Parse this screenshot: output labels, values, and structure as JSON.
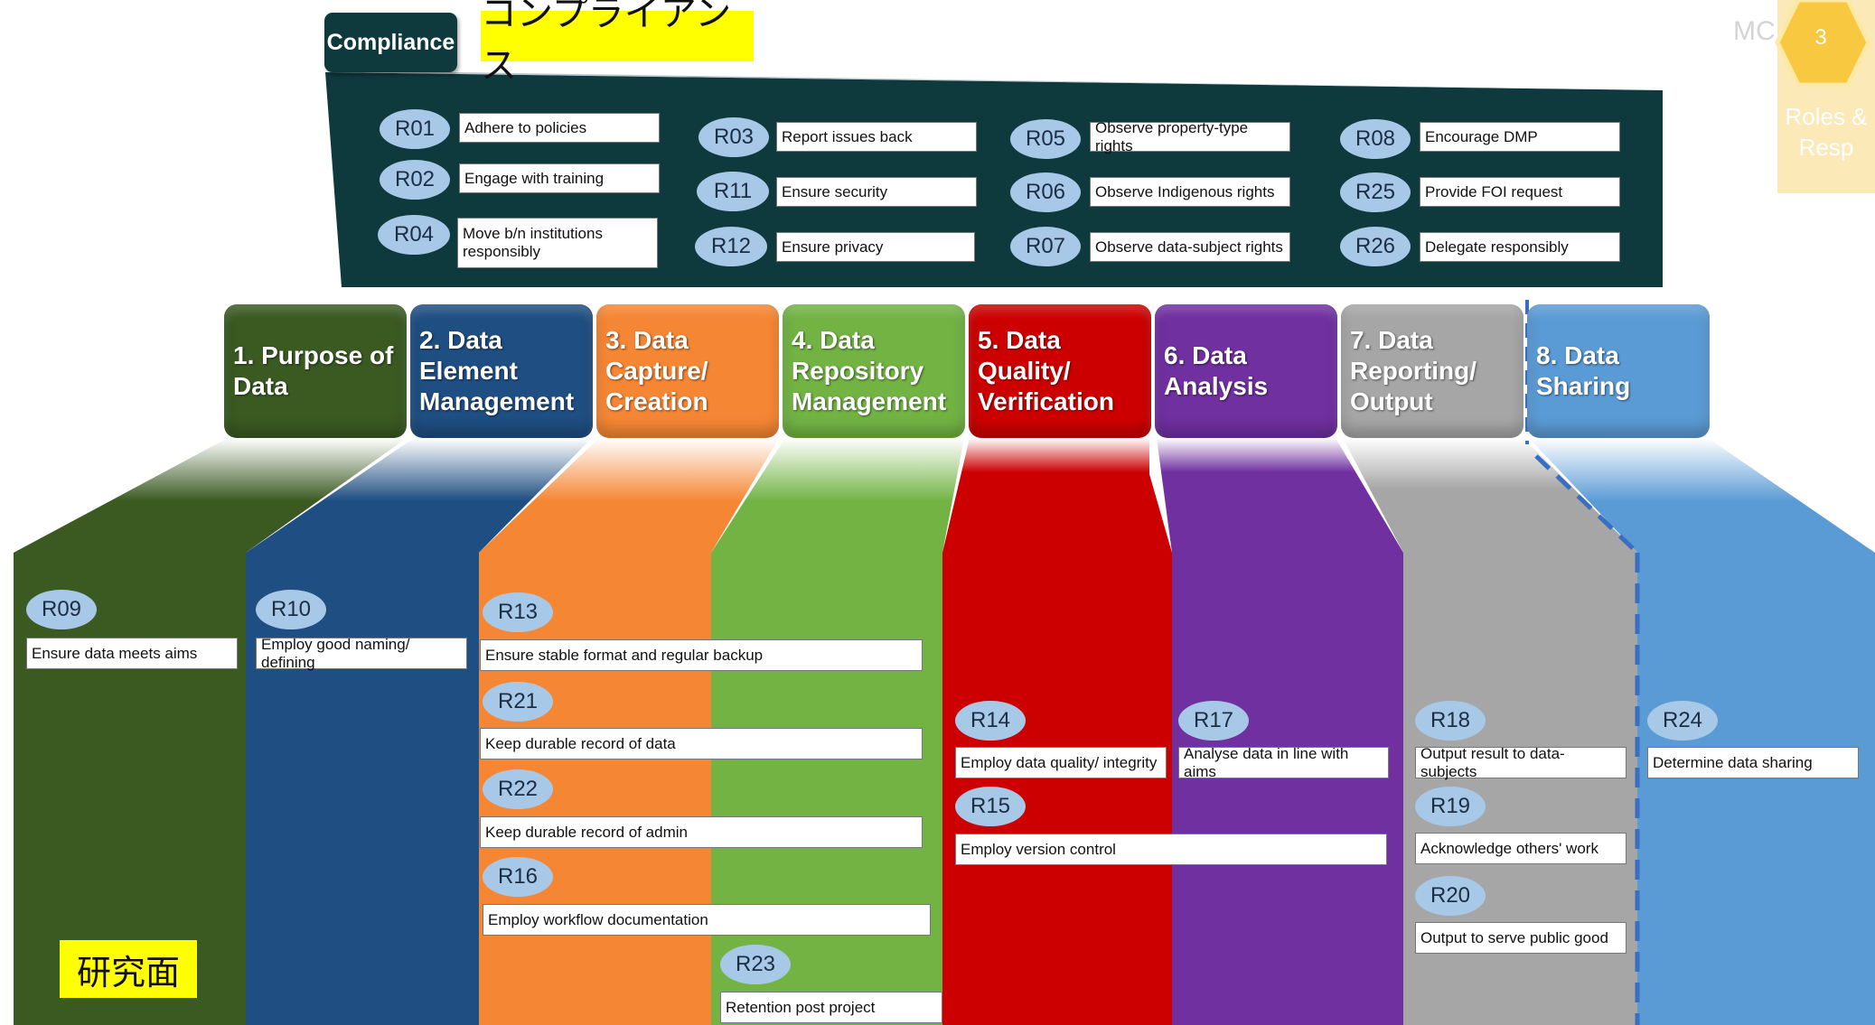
{
  "compliance": {
    "tab_label": "Compliance",
    "japanese_label": "コンプライアンス",
    "items": [
      {
        "code": "R01",
        "text": "Adhere to policies"
      },
      {
        "code": "R02",
        "text": "Engage with training"
      },
      {
        "code": "R04",
        "text": "Move b/n institutions responsibly"
      },
      {
        "code": "R03",
        "text": "Report issues back"
      },
      {
        "code": "R11",
        "text": "Ensure security"
      },
      {
        "code": "R12",
        "text": "Ensure privacy"
      },
      {
        "code": "R05",
        "text": "Observe property-type rights"
      },
      {
        "code": "R06",
        "text": "Observe Indigenous rights"
      },
      {
        "code": "R07",
        "text": "Observe data-subject rights"
      },
      {
        "code": "R08",
        "text": "Encourage DMP"
      },
      {
        "code": "R25",
        "text": "Provide FOI request"
      },
      {
        "code": "R26",
        "text": "Delegate responsibly"
      }
    ]
  },
  "phases": [
    {
      "label": "1. Purpose of Data",
      "color": "#3a5a22"
    },
    {
      "label": "2. Data Element Management",
      "color": "#1f4e82"
    },
    {
      "label": "3. Data Capture/ Creation",
      "color": "#f58634"
    },
    {
      "label": "4. Data Repository Management",
      "color": "#72b344"
    },
    {
      "label": "5. Data Quality/ Verification",
      "color": "#cc0000"
    },
    {
      "label": "6. Data Analysis",
      "color": "#7030a0"
    },
    {
      "label": "7. Data Reporting/ Output",
      "color": "#a6a6a6"
    },
    {
      "label": "8. Data Sharing",
      "color": "#5b9bd5"
    }
  ],
  "research": {
    "japanese_label": "研究面",
    "items": [
      {
        "code": "R09",
        "text": "Ensure data meets aims"
      },
      {
        "code": "R10",
        "text": "Employ good naming/ defining"
      },
      {
        "code": "R13",
        "text": "Ensure stable format and regular backup"
      },
      {
        "code": "R21",
        "text": "Keep durable record of data"
      },
      {
        "code": "R22",
        "text": "Keep durable record of admin"
      },
      {
        "code": "R16",
        "text": "Employ workflow documentation"
      },
      {
        "code": "R23",
        "text": "Retention post project"
      },
      {
        "code": "R14",
        "text": "Employ data quality/ integrity"
      },
      {
        "code": "R15",
        "text": "Employ version control"
      },
      {
        "code": "R17",
        "text": "Analyse data in line with aims"
      },
      {
        "code": "R18",
        "text": "Output result to data-subjects"
      },
      {
        "code": "R19",
        "text": "Acknowledge others' work"
      },
      {
        "code": "R20",
        "text": "Output to serve public good"
      },
      {
        "code": "R24",
        "text": "Determine data sharing"
      }
    ]
  },
  "corner": {
    "number": "3",
    "label": "Roles & Resp",
    "logo_text": "MC Uni"
  }
}
